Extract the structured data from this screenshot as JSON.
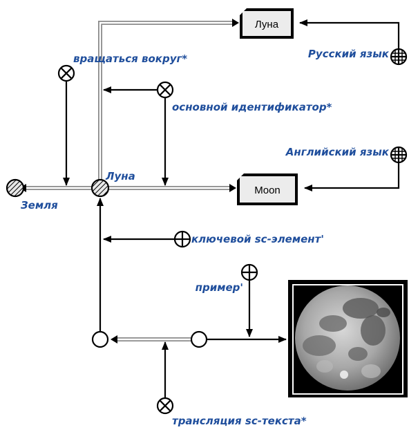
{
  "nodes": {
    "luna_ru": "Луна",
    "moon_en": "Moon"
  },
  "labels": {
    "rotate_around": "вращаться вокруг*",
    "main_identifier": "основной идентификатор*",
    "russian_lang": "Русский язык",
    "english_lang": "Английский язык",
    "luna": "Луна",
    "earth": "Земля",
    "key_sc_element": "ключевой sc-элемент'",
    "example": "пример'",
    "translation": "трансляция sc-текста*"
  },
  "image": {
    "subject": "full-moon-photo"
  },
  "colors": {
    "label": "#1f4e9c",
    "arc": "#000000",
    "double_arc_outer": "#8a8a8a",
    "background": "#ffffff"
  }
}
